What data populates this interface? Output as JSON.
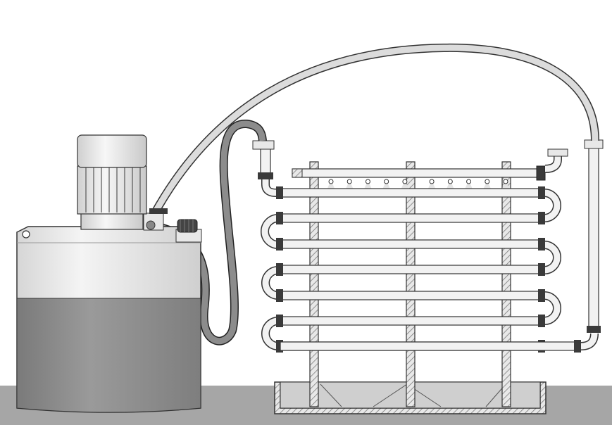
{
  "diagram": {
    "components": [
      {
        "id": "motor",
        "icon": "motor-icon"
      },
      {
        "id": "tank",
        "icon": "tank-icon"
      },
      {
        "id": "filler-cap",
        "icon": "cap-icon"
      },
      {
        "id": "supply-hose",
        "icon": "hose-icon"
      },
      {
        "id": "return-hose",
        "icon": "hose-icon"
      },
      {
        "id": "tube-coil",
        "icon": "coil-icon"
      },
      {
        "id": "spray-manifold",
        "icon": "nozzle-icon"
      },
      {
        "id": "drain-tray",
        "icon": "tray-icon"
      }
    ],
    "colors": {
      "floor": "#a6a6a6",
      "fluid": "#8a8a8a",
      "tank_upper": "#e6e6e6",
      "hose": "#dcdcdc",
      "return_hose": "#8c8c8c",
      "pipe": "#f2f2f2",
      "coupling": "#3a3a3a",
      "outline": "#333333"
    },
    "nozzle_count": 10,
    "straight_pipe_count": 7
  }
}
